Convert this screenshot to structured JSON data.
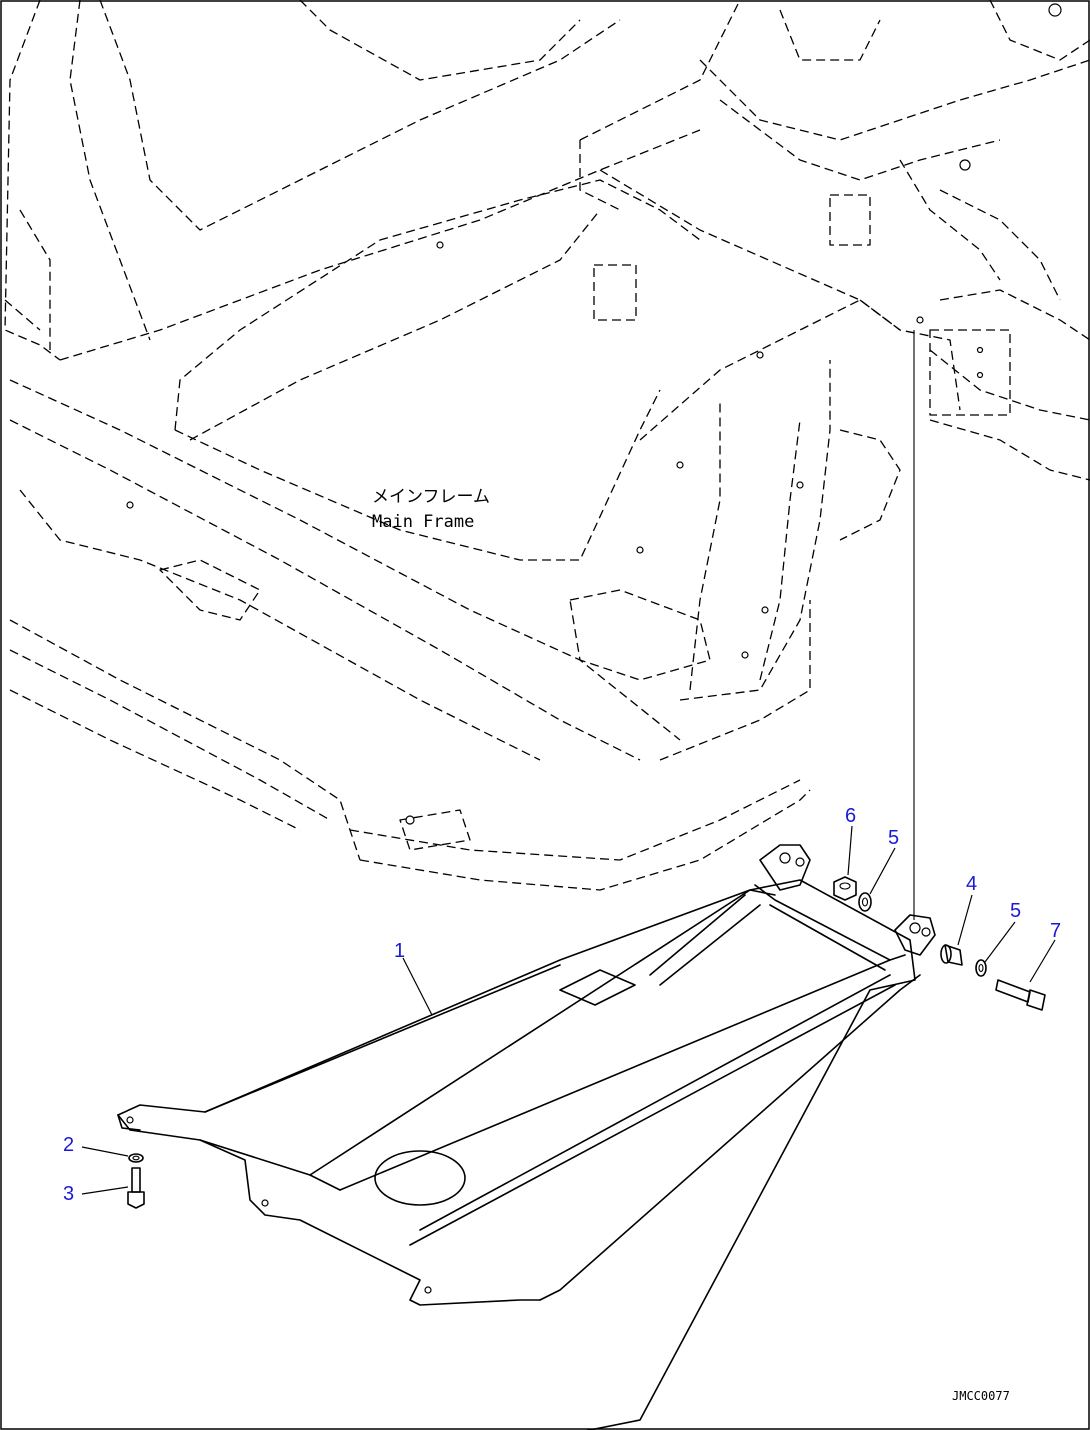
{
  "main_frame_label": {
    "jp": "メインフレーム",
    "en": "Main Frame"
  },
  "callouts": [
    {
      "id": "1",
      "part": "guard"
    },
    {
      "id": "2",
      "part": "washer"
    },
    {
      "id": "3",
      "part": "bolt"
    },
    {
      "id": "4",
      "part": "bushing"
    },
    {
      "id": "5",
      "part": "washer-upper"
    },
    {
      "id": "5",
      "part": "washer-right"
    },
    {
      "id": "6",
      "part": "nut"
    },
    {
      "id": "7",
      "part": "bolt-right"
    }
  ],
  "drawing_code": "JMCC0077",
  "colors": {
    "callout_text": "#1a1ad6",
    "line": "#000000",
    "background": "#ffffff"
  }
}
